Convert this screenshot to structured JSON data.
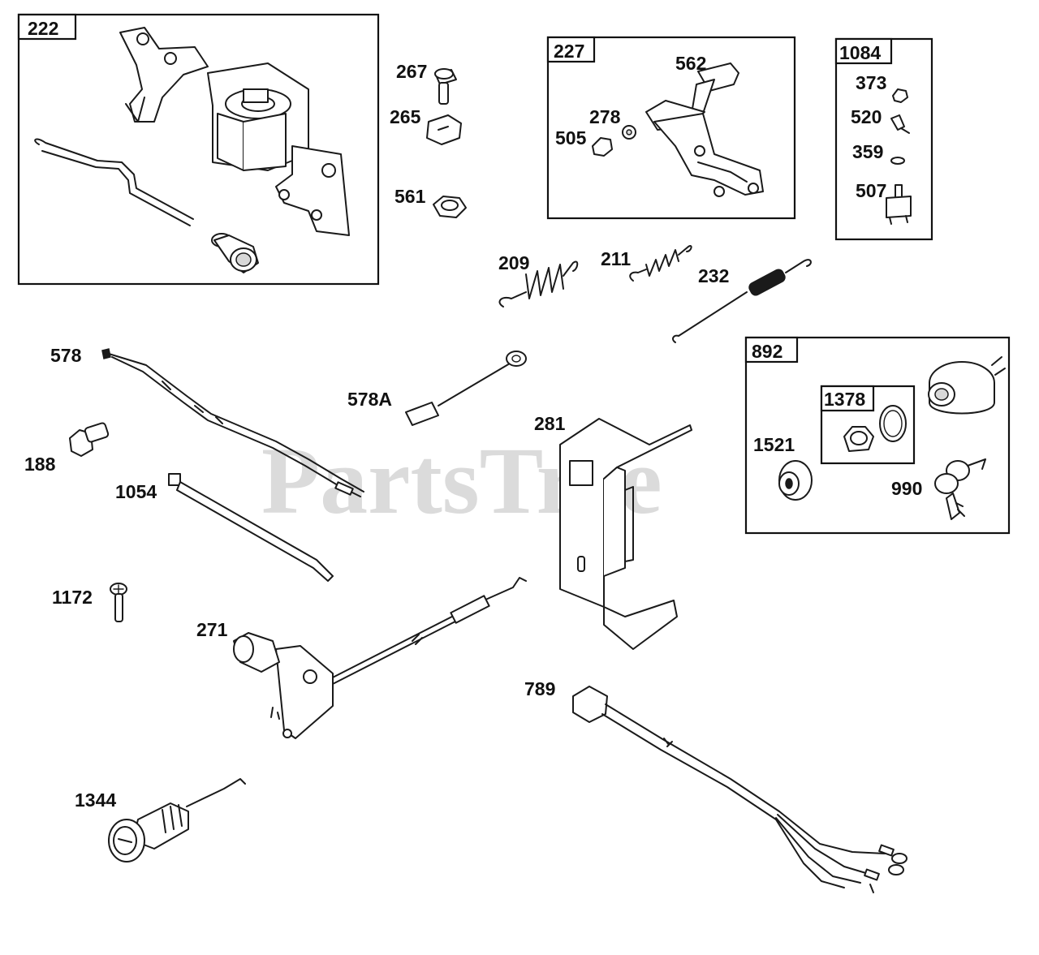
{
  "watermark": "PartsTree",
  "groups": [
    {
      "id": "222",
      "label": "222"
    },
    {
      "id": "227",
      "label": "227"
    },
    {
      "id": "1084",
      "label": "1084"
    },
    {
      "id": "892",
      "label": "892"
    },
    {
      "id": "1378",
      "label": "1378"
    }
  ],
  "parts": {
    "p267": "267",
    "p265": "265",
    "p561": "561",
    "p562": "562",
    "p278": "278",
    "p505": "505",
    "p373": "373",
    "p520": "520",
    "p359": "359",
    "p507": "507",
    "p209": "209",
    "p211": "211",
    "p232": "232",
    "p578": "578",
    "p578a": "578A",
    "p188": "188",
    "p1054": "1054",
    "p281": "281",
    "p1521": "1521",
    "p990": "990",
    "p1172": "1172",
    "p271": "271",
    "p789": "789",
    "p1344": "1344"
  }
}
